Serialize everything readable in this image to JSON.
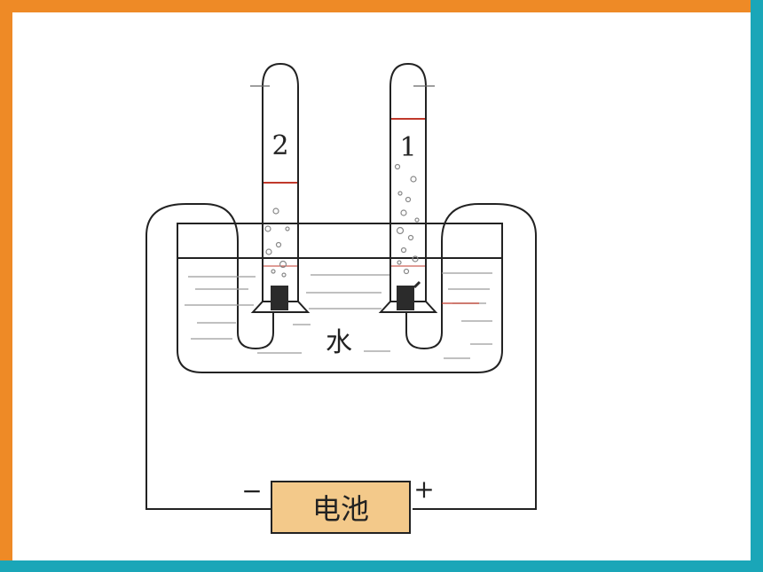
{
  "diagram": {
    "tube_right_label": "1",
    "tube_left_label": "2",
    "water_label": "水",
    "battery_label": "电池",
    "negative_sign": "−",
    "positive_sign": "+"
  },
  "colors": {
    "frame_orange": "#ee8a26",
    "frame_teal": "#1aa6b8",
    "outline": "#222222",
    "water_line": "#9a9a9a",
    "gas_level": "#c0392b",
    "electrode": "#2b2b2b",
    "battery_fill": "#f3c98a"
  }
}
